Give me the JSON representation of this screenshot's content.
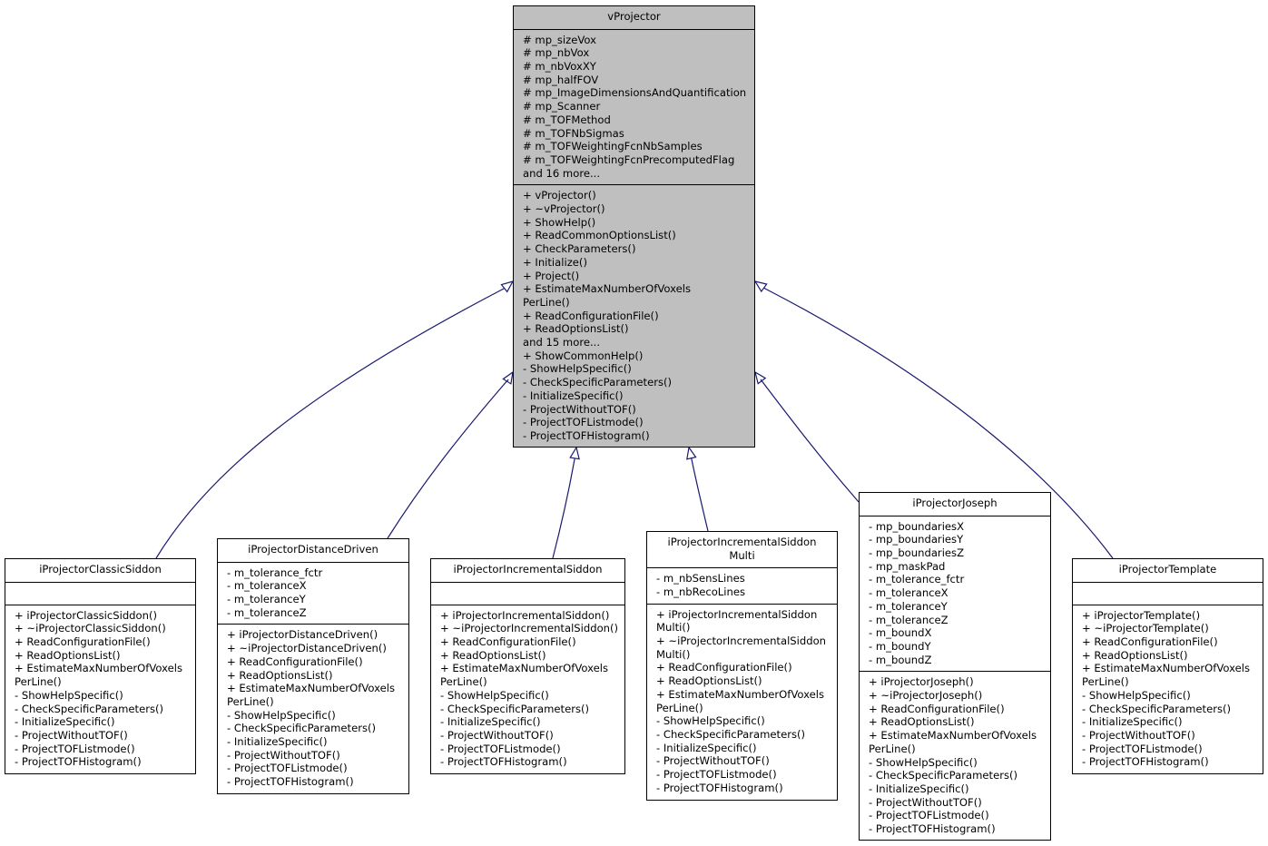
{
  "colors": {
    "edge": "#191970",
    "base_fill": "#bfbfbf",
    "box_fill": "#ffffff"
  },
  "base": {
    "title": "vProjector",
    "attributes": [
      "# mp_sizeVox",
      "# mp_nbVox",
      "# m_nbVoxXY",
      "# mp_halfFOV",
      "# mp_ImageDimensionsAndQuantification",
      "# mp_Scanner",
      "# m_TOFMethod",
      "# m_TOFNbSigmas",
      "# m_TOFWeightingFcnNbSamples",
      "# m_TOFWeightingFcnPrecomputedFlag",
      "and 16 more..."
    ],
    "operations": [
      "+ vProjector()",
      "+ ~vProjector()",
      "+ ShowHelp()",
      "+ ReadCommonOptionsList()",
      "+ CheckParameters()",
      "+ Initialize()",
      "+ Project()",
      "+ EstimateMaxNumberOfVoxels",
      "PerLine()",
      "+ ReadConfigurationFile()",
      "+ ReadOptionsList()",
      "and 15 more...",
      "+ ShowCommonHelp()",
      "- ShowHelpSpecific()",
      "- CheckSpecificParameters()",
      "- InitializeSpecific()",
      "- ProjectWithoutTOF()",
      "- ProjectTOFListmode()",
      "- ProjectTOFHistogram()"
    ]
  },
  "derived": [
    {
      "title": "iProjectorClassicSiddon",
      "attributes": [],
      "operations": [
        "+ iProjectorClassicSiddon()",
        "+ ~iProjectorClassicSiddon()",
        "+ ReadConfigurationFile()",
        "+ ReadOptionsList()",
        "+ EstimateMaxNumberOfVoxels",
        "PerLine()",
        "- ShowHelpSpecific()",
        "- CheckSpecificParameters()",
        "- InitializeSpecific()",
        "- ProjectWithoutTOF()",
        "- ProjectTOFListmode()",
        "- ProjectTOFHistogram()"
      ]
    },
    {
      "title": "iProjectorDistanceDriven",
      "attributes": [
        "- m_tolerance_fctr",
        "- m_toleranceX",
        "- m_toleranceY",
        "- m_toleranceZ"
      ],
      "operations": [
        "+ iProjectorDistanceDriven()",
        "+ ~iProjectorDistanceDriven()",
        "+ ReadConfigurationFile()",
        "+ ReadOptionsList()",
        "+ EstimateMaxNumberOfVoxels",
        "PerLine()",
        "- ShowHelpSpecific()",
        "- CheckSpecificParameters()",
        "- InitializeSpecific()",
        "- ProjectWithoutTOF()",
        "- ProjectTOFListmode()",
        "- ProjectTOFHistogram()"
      ]
    },
    {
      "title": "iProjectorIncrementalSiddon",
      "attributes": [],
      "operations": [
        "+ iProjectorIncrementalSiddon()",
        "+ ~iProjectorIncrementalSiddon()",
        "+ ReadConfigurationFile()",
        "+ ReadOptionsList()",
        "+ EstimateMaxNumberOfVoxels",
        "PerLine()",
        "- ShowHelpSpecific()",
        "- CheckSpecificParameters()",
        "- InitializeSpecific()",
        "- ProjectWithoutTOF()",
        "- ProjectTOFListmode()",
        "- ProjectTOFHistogram()"
      ]
    },
    {
      "title": "iProjectorIncrementalSiddon\nMulti",
      "attributes": [
        "- m_nbSensLines",
        "- m_nbRecoLines"
      ],
      "operations": [
        "+ iProjectorIncrementalSiddon",
        "Multi()",
        "+ ~iProjectorIncrementalSiddon",
        "Multi()",
        "+ ReadConfigurationFile()",
        "+ ReadOptionsList()",
        "+ EstimateMaxNumberOfVoxels",
        "PerLine()",
        "- ShowHelpSpecific()",
        "- CheckSpecificParameters()",
        "- InitializeSpecific()",
        "- ProjectWithoutTOF()",
        "- ProjectTOFListmode()",
        "- ProjectTOFHistogram()"
      ]
    },
    {
      "title": "iProjectorJoseph",
      "attributes": [
        "- mp_boundariesX",
        "- mp_boundariesY",
        "- mp_boundariesZ",
        "- mp_maskPad",
        "- m_tolerance_fctr",
        "- m_toleranceX",
        "- m_toleranceY",
        "- m_toleranceZ",
        "- m_boundX",
        "- m_boundY",
        "- m_boundZ"
      ],
      "operations": [
        "+ iProjectorJoseph()",
        "+ ~iProjectorJoseph()",
        "+ ReadConfigurationFile()",
        "+ ReadOptionsList()",
        "+ EstimateMaxNumberOfVoxels",
        "PerLine()",
        "- ShowHelpSpecific()",
        "- CheckSpecificParameters()",
        "- InitializeSpecific()",
        "- ProjectWithoutTOF()",
        "- ProjectTOFListmode()",
        "- ProjectTOFHistogram()"
      ]
    },
    {
      "title": "iProjectorTemplate",
      "attributes": [],
      "operations": [
        "+ iProjectorTemplate()",
        "+ ~iProjectorTemplate()",
        "+ ReadConfigurationFile()",
        "+ ReadOptionsList()",
        "+ EstimateMaxNumberOfVoxels",
        "PerLine()",
        "- ShowHelpSpecific()",
        "- CheckSpecificParameters()",
        "- InitializeSpecific()",
        "- ProjectWithoutTOF()",
        "- ProjectTOFListmode()",
        "- ProjectTOFHistogram()"
      ]
    }
  ]
}
